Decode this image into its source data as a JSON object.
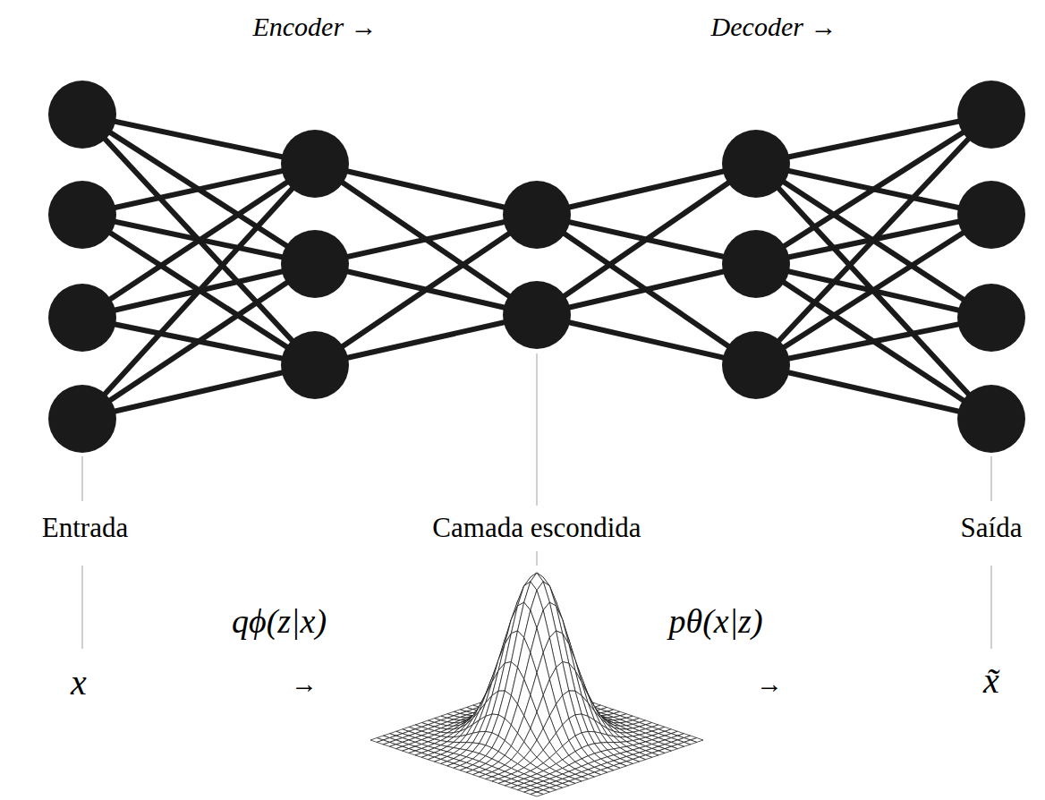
{
  "diagram": {
    "labels": [
      "Encoder →",
      "Decoder →",
      "Entrada",
      "Camada escondida",
      "Saída",
      "qϕ(z|x)",
      "pθ(x|z)",
      "x",
      "→",
      "→",
      "x̃"
    ]
  }
}
